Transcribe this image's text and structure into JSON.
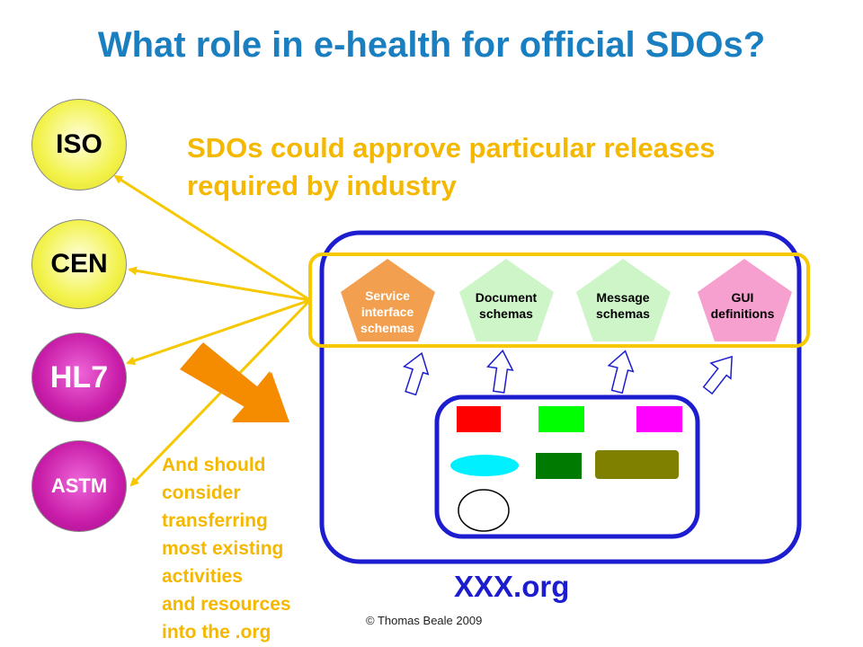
{
  "title": "What role in e-health for official SDOs?",
  "subtitle_lines": [
    "SDOs could approve particular releases",
    "required by industry"
  ],
  "note_lines": [
    "And should",
    "consider",
    "transferring",
    "most existing",
    "activities",
    "and resources",
    "into the .org"
  ],
  "org_label": "XXX.org",
  "copyright": "© Thomas Beale 2009",
  "sdos": [
    {
      "label": "ISO",
      "color": "#f2f24a"
    },
    {
      "label": "CEN",
      "color": "#f2f24a"
    },
    {
      "label": "HL7",
      "color": "#c81ca8"
    },
    {
      "label": "ASTM",
      "color": "#c81ca8"
    }
  ],
  "artefacts": [
    {
      "lines": [
        "Service",
        "interface",
        "schemas"
      ],
      "color": "#f2a050"
    },
    {
      "lines": [
        "Document",
        "schemas"
      ],
      "color": "#cdf5c8"
    },
    {
      "lines": [
        "Message",
        "schemas"
      ],
      "color": "#cdf5c8"
    },
    {
      "lines": [
        "GUI",
        "definitions"
      ],
      "color": "#f6a0d0"
    }
  ],
  "colors": {
    "title": "#1a7fc0",
    "accent": "#f5b800",
    "org_border": "#1d1dd0",
    "arrow_big": "#f58c00"
  }
}
